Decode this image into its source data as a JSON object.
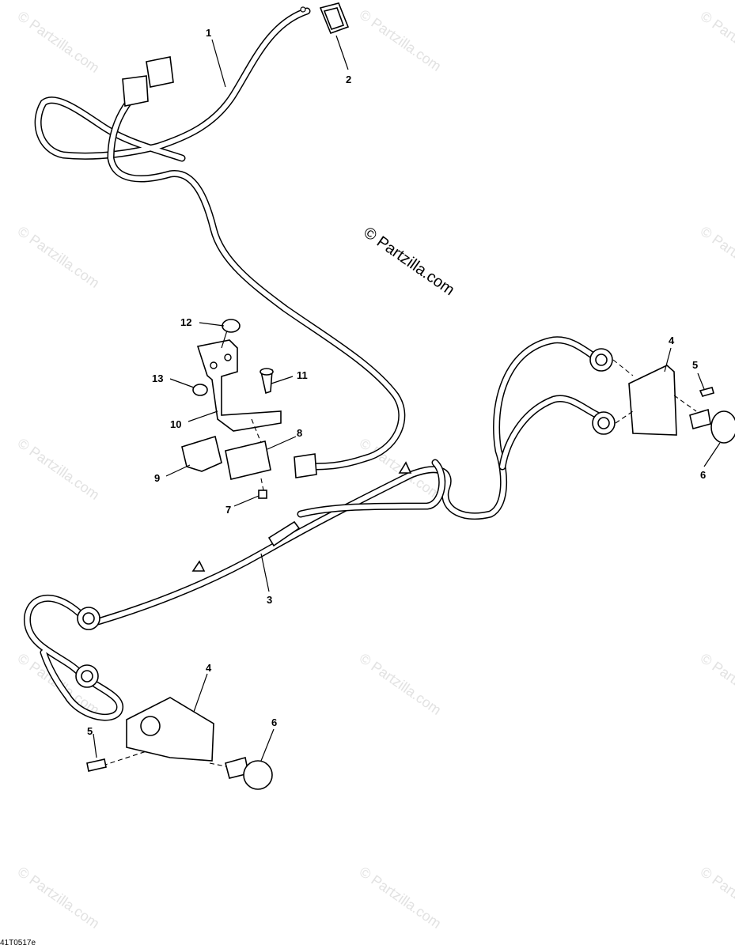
{
  "watermark": {
    "main": "© Partzilla.com",
    "repeat": "© Partzilla.com"
  },
  "drawing_code": "41T0517e",
  "callouts": {
    "c1": "1",
    "c2": "2",
    "c3": "3",
    "c4a": "4",
    "c4b": "4",
    "c5a": "5",
    "c5b": "5",
    "c6a": "6",
    "c6b": "6",
    "c7": "7",
    "c8": "8",
    "c9": "9",
    "c10": "10",
    "c11": "11",
    "c12": "12",
    "c13": "13"
  }
}
